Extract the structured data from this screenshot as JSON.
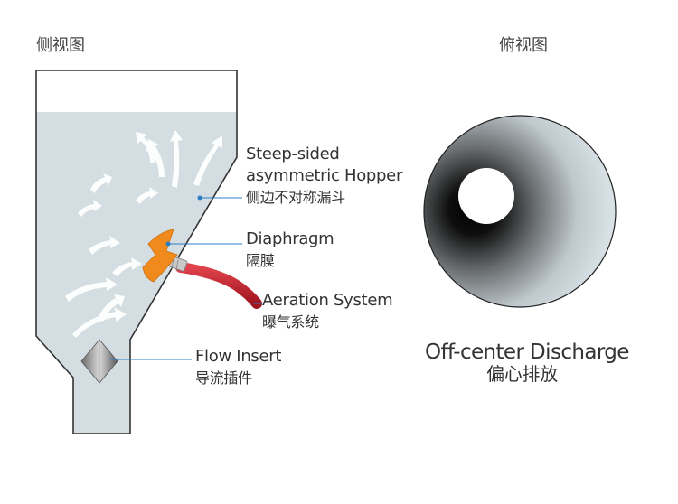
{
  "views": {
    "side": "侧视图",
    "top": "俯视图"
  },
  "labels": {
    "hopper": {
      "en": "Steep-sided",
      "en2": "asymmetric Hopper",
      "cn": "侧边不对称漏斗"
    },
    "diaphragm": {
      "en": "Diaphragm",
      "cn": "隔膜"
    },
    "aeration": {
      "en": "Aeration System",
      "cn": "曝气系统"
    },
    "flow_insert": {
      "en": "Flow Insert",
      "cn": "导流插件"
    },
    "discharge": {
      "en": "Off-center Discharge",
      "cn": "偏心排放"
    }
  },
  "colors": {
    "hopper_fill": "#d4dde1",
    "hopper_stroke": "#333333",
    "diaphragm": "#f08a1c",
    "hose": "#c8202c",
    "leader": "#2b7fc7",
    "disk_outer": "#d6dfe3",
    "disk_dark": "#141414"
  }
}
